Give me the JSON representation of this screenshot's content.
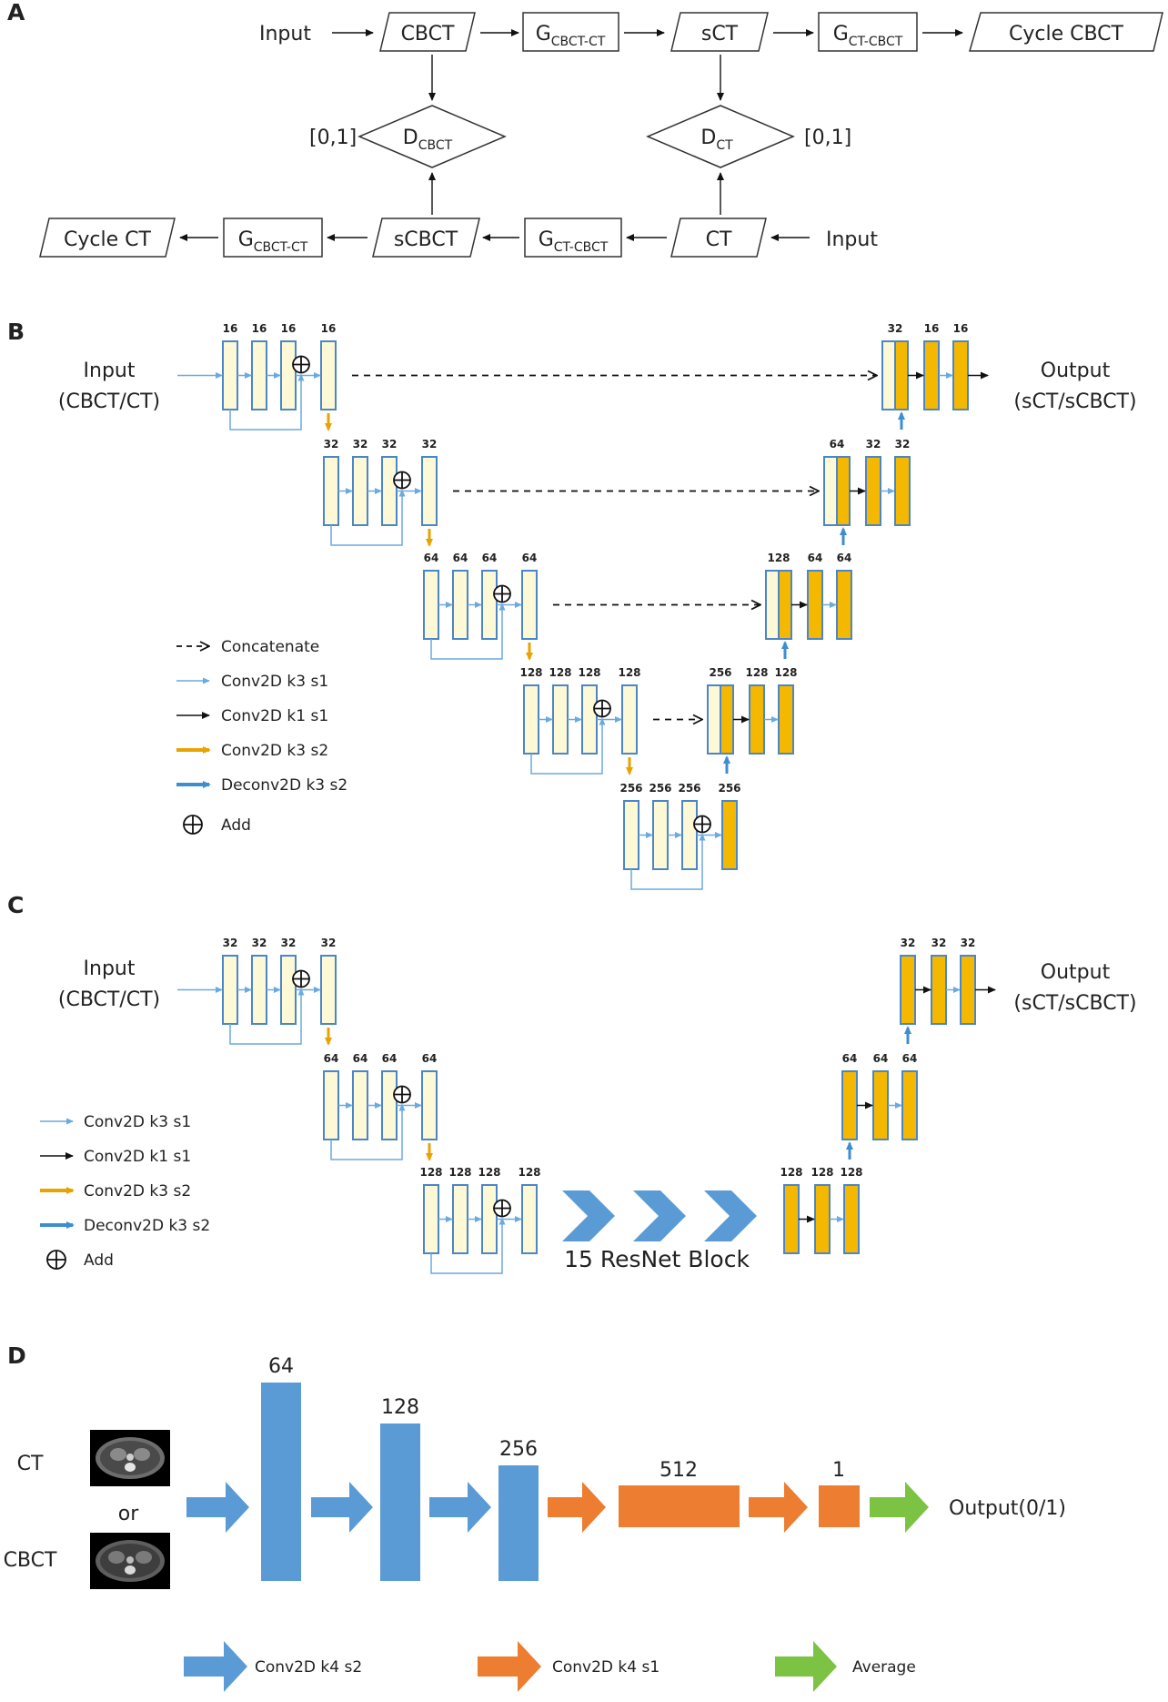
{
  "panel_labels": [
    "A",
    "B",
    "C",
    "D"
  ],
  "panelA": {
    "top_row": [
      "Input",
      "CBCT",
      "G",
      "CBCT-CT",
      "sCT",
      "G",
      "CT-CBCT",
      "Cycle CBCT"
    ],
    "bottom_row": [
      "Cycle CT",
      "G",
      "CBCT-CT",
      "sCBCT",
      "G",
      "CT-CBCT",
      "CT",
      "Input"
    ],
    "disc_cbct": {
      "main": "D",
      "sub": "CBCT"
    },
    "disc_ct": {
      "main": "D",
      "sub": "CT"
    },
    "range": "[0,1]"
  },
  "panelB": {
    "input": [
      "Input",
      "(CBCT/CT)"
    ],
    "output": [
      "Output",
      "(sCT/sCBCT)"
    ],
    "enc_levels": [
      [
        "16",
        "16",
        "16",
        "16"
      ],
      [
        "32",
        "32",
        "32",
        "32"
      ],
      [
        "64",
        "64",
        "64",
        "64"
      ],
      [
        "128",
        "128",
        "128",
        "128"
      ],
      [
        "256",
        "256",
        "256",
        "256"
      ]
    ],
    "dec_levels": [
      [
        "32",
        "16",
        "16"
      ],
      [
        "64",
        "32",
        "32"
      ],
      [
        "128",
        "64",
        "64"
      ],
      [
        "256",
        "128",
        "128"
      ]
    ],
    "legend": [
      "Concatenate",
      "Conv2D k3 s1",
      "Conv2D k1 s1",
      "Conv2D k3 s2",
      "Deconv2D k3 s2",
      "Add"
    ]
  },
  "panelC": {
    "input": [
      "Input",
      "(CBCT/CT)"
    ],
    "output": [
      "Output",
      "(sCT/sCBCT)"
    ],
    "enc_levels": [
      [
        "32",
        "32",
        "32",
        "32"
      ],
      [
        "64",
        "64",
        "64",
        "64"
      ],
      [
        "128",
        "128",
        "128",
        "128"
      ]
    ],
    "dec_levels": [
      [
        "32",
        "32",
        "32"
      ],
      [
        "64",
        "64",
        "64"
      ],
      [
        "128",
        "128",
        "128"
      ]
    ],
    "resnet": "15 ResNet Block",
    "legend": [
      "Conv2D k3 s1",
      "Conv2D k1 s1",
      "Conv2D k3 s2",
      "Deconv2D k3 s2",
      "Add"
    ]
  },
  "panelD": {
    "inputs": [
      "CT",
      "or",
      "CBCT"
    ],
    "blocks": [
      "64",
      "128",
      "256",
      "512",
      "1"
    ],
    "output": "Output(0/1)",
    "legend": [
      "Conv2D k4 s2",
      "Conv2D k4 s1",
      "Average"
    ]
  },
  "colors": {
    "pale": "#fdf8d6",
    "gold": "#f5b800",
    "border": "#4a86c8",
    "light_arrow": "#6aaae0",
    "orange_arrow": "#e8a300",
    "deconv": "#3d8ed0",
    "blue_block": "#5b9bd5",
    "orange_block": "#ed7d31",
    "green": "#7cc243"
  }
}
